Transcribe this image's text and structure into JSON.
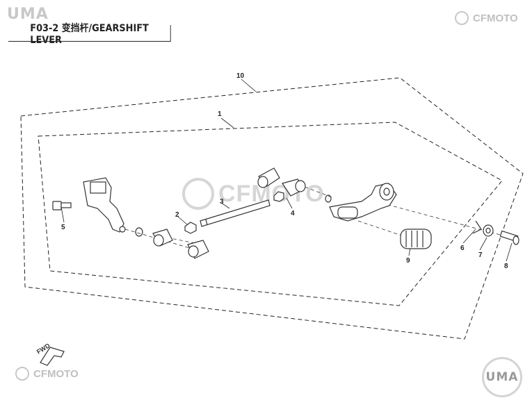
{
  "header": {
    "title": "F03-2 变挡杆/GEARSHIFT LEVER"
  },
  "logos": {
    "uma_top": "UMA",
    "uma_bottom": "UMA",
    "cfmoto_top": "CFMOTO",
    "cfmoto_bottom": "CFMOTO",
    "cfmoto_watermark": "CFMOTO"
  },
  "callouts": {
    "c1": "1",
    "c2": "2",
    "c3": "3",
    "c4": "4",
    "c5": "5",
    "c6": "6",
    "c7": "7",
    "c8": "8",
    "c9": "9",
    "c10": "10"
  },
  "direction_marker": "FWD",
  "colors": {
    "line": "#222222",
    "part_outline": "#333333",
    "logo_gray": "#c8c8c8"
  }
}
